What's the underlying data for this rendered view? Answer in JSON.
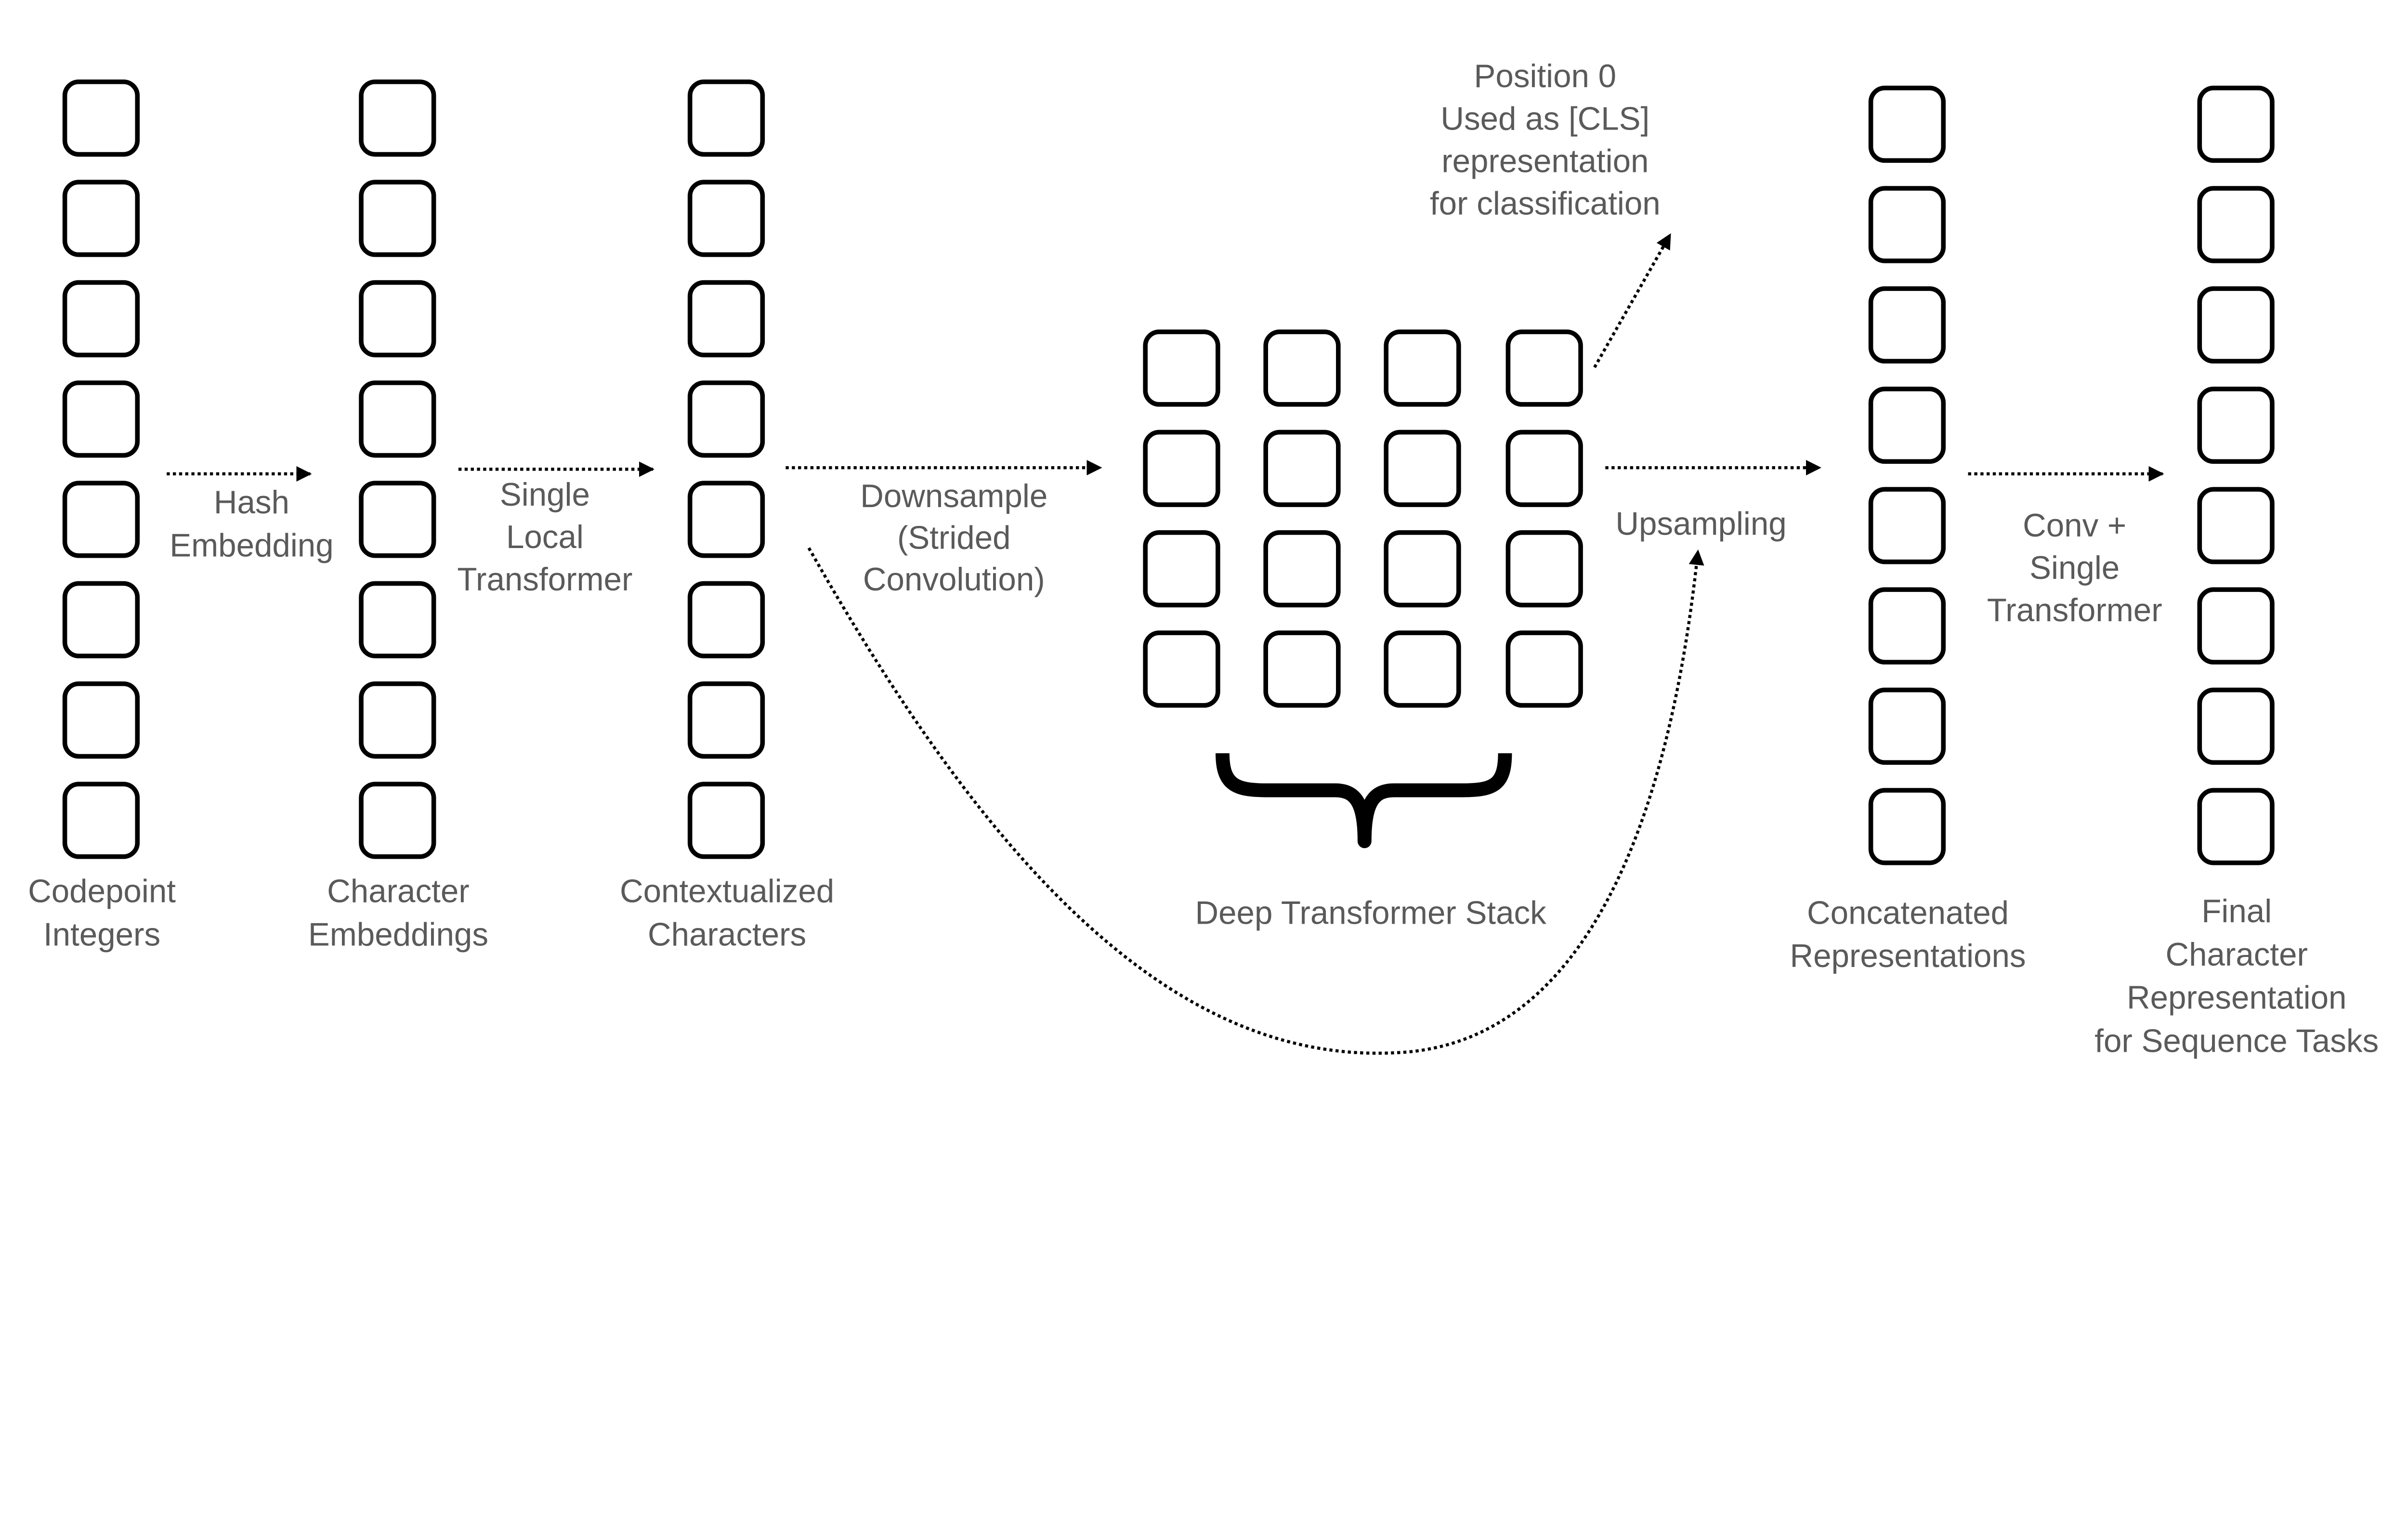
{
  "stages": {
    "codepoint": [
      "Codepoint",
      "Integers"
    ],
    "char_emb": [
      "Character",
      "Embeddings"
    ],
    "contextual": [
      "Contextualized",
      "Characters"
    ],
    "deep_stack": [
      "Deep Transformer Stack"
    ],
    "concat": [
      "Concatenated",
      "Representations"
    ],
    "final": [
      "Final",
      "Character",
      "Representation",
      "for Sequence Tasks"
    ]
  },
  "operations": {
    "hash": [
      "Hash",
      "Embedding"
    ],
    "local": [
      "Single",
      "Local",
      "Transformer"
    ],
    "downsample": [
      "Downsample",
      "(Strided",
      "Convolution)"
    ],
    "upsample": [
      "Upsampling"
    ],
    "conv": [
      "Conv +",
      "Single",
      "Transformer"
    ],
    "cls": [
      "Position 0",
      "Used as [CLS]",
      "representation",
      "for classification"
    ]
  },
  "colors": {
    "text": "#5a5a5a",
    "stroke": "#000000"
  }
}
